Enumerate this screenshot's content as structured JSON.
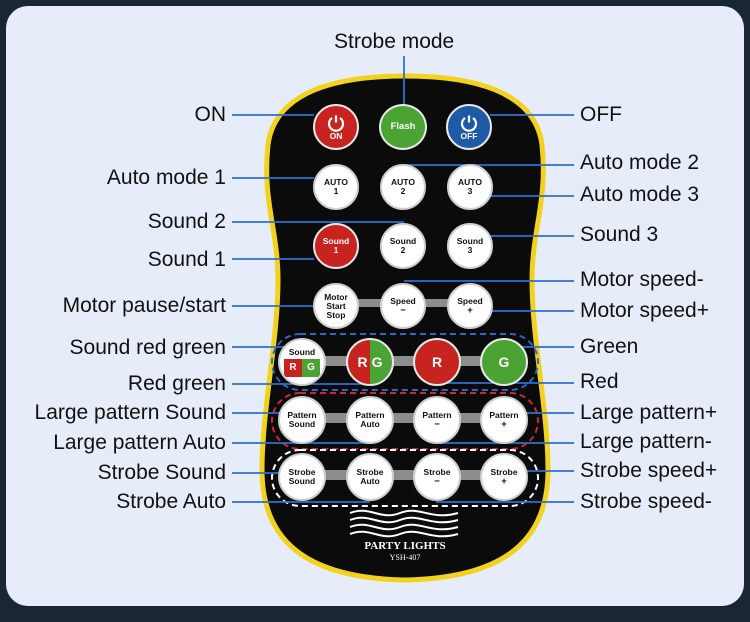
{
  "colors": {
    "background": "#1a2633",
    "card": "#e7ecf9",
    "remote_body": "#0b0b0b",
    "remote_border": "#f2d21b",
    "red": "#c8241f",
    "green": "#4aa332",
    "blue": "#1f5aa7"
  },
  "labels": {
    "strobe_mode": "Strobe mode",
    "on": "ON",
    "off": "OFF",
    "auto_mode_1": "Auto mode 1",
    "auto_mode_2": "Auto mode 2",
    "auto_mode_3": "Auto mode 3",
    "sound_2": "Sound 2",
    "sound_1": "Sound 1",
    "sound_3": "Sound 3",
    "motor_speed_minus": "Motor speed-",
    "motor_pause_start": "Motor pause/start",
    "motor_speed_plus": "Motor speed+",
    "sound_red_green": "Sound red green",
    "green": "Green",
    "red_green": "Red green",
    "red": "Red",
    "large_pattern_sound": "Large pattern Sound",
    "large_pattern_plus": "Large pattern+",
    "large_pattern_auto": "Large pattern Auto",
    "large_pattern_minus": "Large pattern-",
    "strobe_sound": "Strobe Sound",
    "strobe_speed_plus": "Strobe speed+",
    "strobe_auto": "Strobe Auto",
    "strobe_speed_minus": "Strobe speed-"
  },
  "buttons": {
    "on": "ON",
    "flash": "Flash",
    "off": "OFF",
    "auto": "AUTO",
    "auto1": "1",
    "auto2": "2",
    "auto3": "3",
    "sound": "Sound",
    "s1": "1",
    "s2": "2",
    "s3": "3",
    "motor_l1": "Motor",
    "motor_l2": "Start",
    "motor_l3": "Stop",
    "speed": "Speed",
    "minus": "−",
    "plus": "+",
    "r": "R",
    "g": "G",
    "pattern": "Pattern",
    "pattern_sound": "Sound",
    "pattern_auto": "Auto",
    "strobe": "Strobe",
    "strobe_sound": "Sound",
    "strobe_auto": "Auto"
  },
  "brand": {
    "name": "PARTY LIGHTS",
    "model": "YSH-407"
  },
  "icons": [
    "power-icon",
    "sound-wave-logo"
  ]
}
